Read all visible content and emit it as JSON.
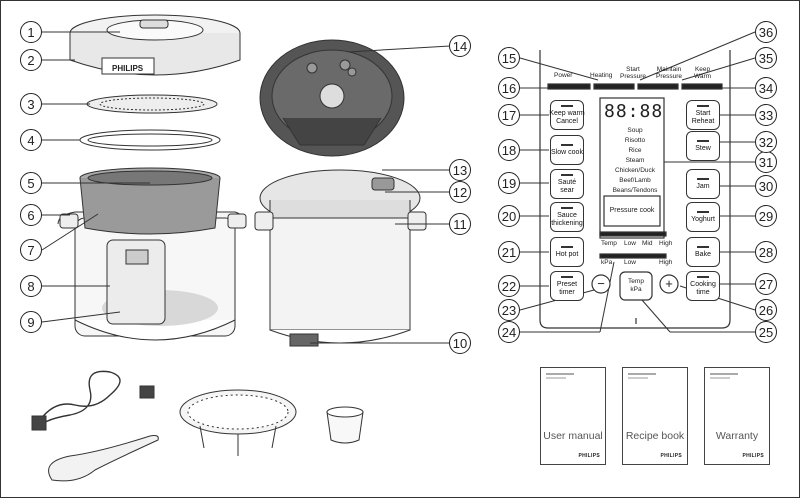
{
  "brand": "PHILIPS",
  "callouts": [
    "1",
    "2",
    "3",
    "4",
    "5",
    "6",
    "7",
    "8",
    "9",
    "10",
    "11",
    "12",
    "13",
    "14",
    "15",
    "16",
    "17",
    "18",
    "19",
    "20",
    "21",
    "22",
    "23",
    "24",
    "25",
    "26",
    "27",
    "28",
    "29",
    "30",
    "31",
    "32",
    "33",
    "34",
    "35",
    "36"
  ],
  "panel": {
    "top_labels": {
      "power": "Power",
      "heating": "Heating",
      "start_pressure": "Start\nPressure",
      "maintain_pressure": "Maintain\nPressure",
      "keep_warm": "Keep\nWarm"
    },
    "display_digits": "88:88",
    "menu_items": [
      "Soup",
      "Risotto",
      "Rice",
      "Steam",
      "Chicken/Duck",
      "Beef/Lamb",
      "Beans/Tendons"
    ],
    "pressure_cook": "Pressure cook",
    "left_buttons": [
      "Keep warm\nCancel",
      "Slow cook",
      "Sauté sear",
      "Sauce\nthickening",
      "Hot pot",
      "Preset\ntimer"
    ],
    "right_buttons": [
      "Start\nReheat",
      "Stew",
      "Jam",
      "Yoghurt",
      "Bake",
      "Cooking\ntime"
    ],
    "temp_row": {
      "temp": "Temp",
      "low": "Low",
      "mid": "Mid",
      "high": "High"
    },
    "kpa_row": {
      "kpa": "kPa",
      "low": "Low",
      "high": "High"
    },
    "minus": "−",
    "plus": "+",
    "temp_kpa_button": "Temp\nkPa"
  },
  "booklets": [
    "User manual",
    "Recipe book",
    "Warranty"
  ]
}
